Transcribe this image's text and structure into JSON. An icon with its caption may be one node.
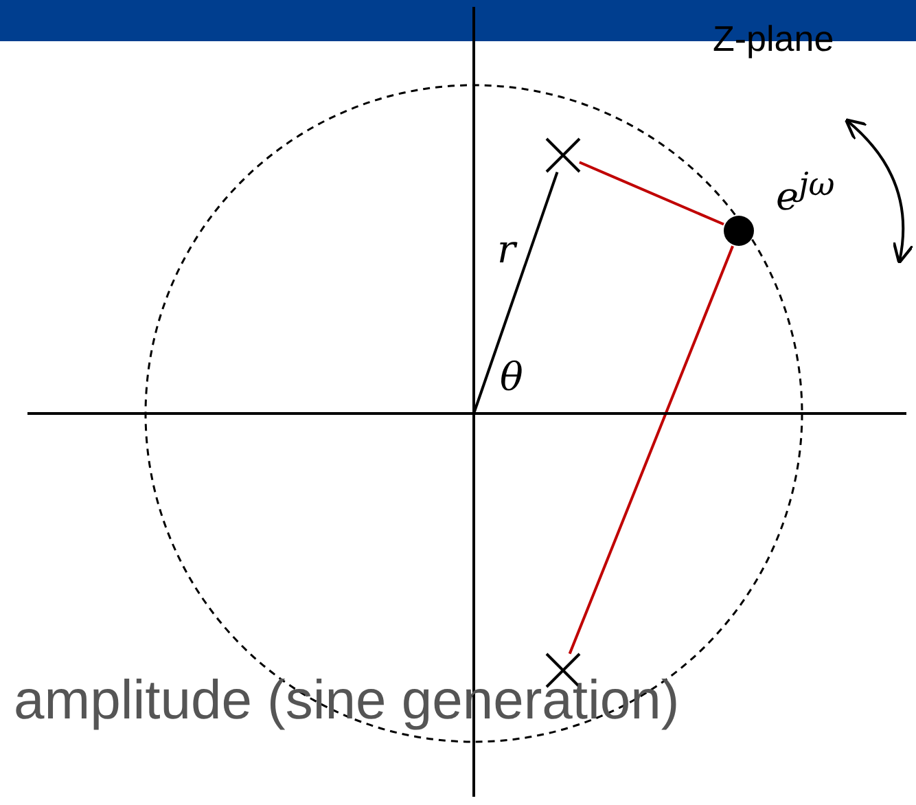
{
  "diagram": {
    "nodes": [
      {
        "text": [],
        "shape": "cross"
      },
      {
        "text": [],
        "shape": "circle",
        "beside": [
          "e$^{jω}$"
        ]
      },
      {
        "text": [],
        "shape": "cross"
      }
    ],
    "edges": [
      {
        "from": null,
        "to": 0,
        "arrow": "none",
        "color": "#000000"
      },
      {
        "from": 0,
        "to": 1,
        "arrow": "none",
        "color": "#c00000"
      },
      {
        "from": 2,
        "to": 1,
        "arrow": "none",
        "color": "#c00000"
      }
    ],
    "labels": [
      "Z-plane",
      "r",
      "θ",
      "amplitude (sine generation)"
    ]
  }
}
